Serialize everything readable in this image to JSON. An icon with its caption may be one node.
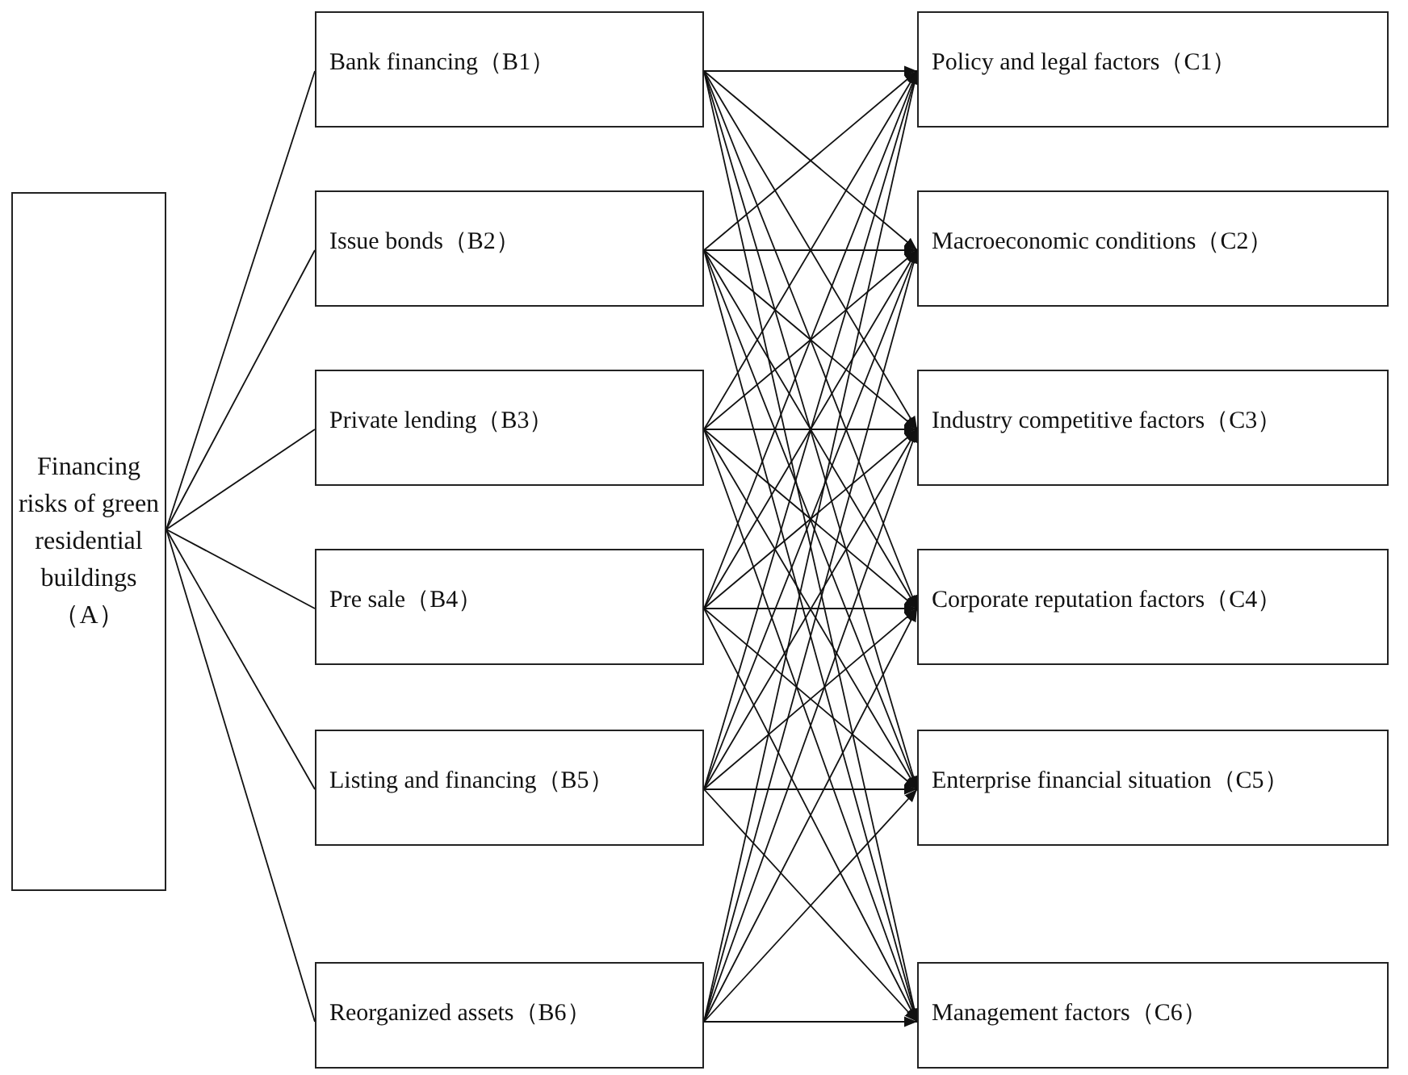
{
  "diagram": {
    "nodes": [
      {
        "text": [
          "Financing risks of green residential buildings（A）"
        ]
      },
      {
        "text": [
          "Bank financing（B1）"
        ]
      },
      {
        "text": [
          "Issue bonds（B2）"
        ]
      },
      {
        "text": [
          "Private lending（B3）"
        ]
      },
      {
        "text": [
          "Pre sale（B4）"
        ]
      },
      {
        "text": [
          "Listing and financing（B5）"
        ]
      },
      {
        "text": [
          "Reorganized assets（B6）"
        ]
      },
      {
        "text": [
          "Policy and legal factors（C1）"
        ]
      },
      {
        "text": [
          "Macroeconomic conditions（C2）"
        ]
      },
      {
        "text": [
          "Industry competitive factors（C3）"
        ]
      },
      {
        "text": [
          "Corporate reputation factors（C4）"
        ]
      },
      {
        "text": [
          "Enterprise financial situation（C5）"
        ]
      },
      {
        "text": [
          "Management factors（C6）"
        ]
      }
    ],
    "edges": [
      {
        "from": 0,
        "to": 1,
        "arrow": "none"
      },
      {
        "from": 0,
        "to": 2,
        "arrow": "none"
      },
      {
        "from": 0,
        "to": 3,
        "arrow": "none"
      },
      {
        "from": 0,
        "to": 4,
        "arrow": "none"
      },
      {
        "from": 0,
        "to": 5,
        "arrow": "none"
      },
      {
        "from": 0,
        "to": 6,
        "arrow": "none"
      },
      {
        "from": 1,
        "to": 7,
        "arrow": "to"
      },
      {
        "from": 1,
        "to": 8,
        "arrow": "to"
      },
      {
        "from": 1,
        "to": 9,
        "arrow": "to"
      },
      {
        "from": 1,
        "to": 10,
        "arrow": "to"
      },
      {
        "from": 1,
        "to": 11,
        "arrow": "to"
      },
      {
        "from": 1,
        "to": 12,
        "arrow": "to"
      },
      {
        "from": 2,
        "to": 7,
        "arrow": "to"
      },
      {
        "from": 2,
        "to": 8,
        "arrow": "to"
      },
      {
        "from": 2,
        "to": 9,
        "arrow": "to"
      },
      {
        "from": 2,
        "to": 10,
        "arrow": "to"
      },
      {
        "from": 2,
        "to": 11,
        "arrow": "to"
      },
      {
        "from": 2,
        "to": 12,
        "arrow": "to"
      },
      {
        "from": 3,
        "to": 7,
        "arrow": "to"
      },
      {
        "from": 3,
        "to": 8,
        "arrow": "to"
      },
      {
        "from": 3,
        "to": 9,
        "arrow": "to"
      },
      {
        "from": 3,
        "to": 10,
        "arrow": "to"
      },
      {
        "from": 3,
        "to": 11,
        "arrow": "to"
      },
      {
        "from": 3,
        "to": 12,
        "arrow": "to"
      },
      {
        "from": 4,
        "to": 7,
        "arrow": "to"
      },
      {
        "from": 4,
        "to": 8,
        "arrow": "to"
      },
      {
        "from": 4,
        "to": 9,
        "arrow": "to"
      },
      {
        "from": 4,
        "to": 10,
        "arrow": "to"
      },
      {
        "from": 4,
        "to": 11,
        "arrow": "to"
      },
      {
        "from": 4,
        "to": 12,
        "arrow": "to"
      },
      {
        "from": 5,
        "to": 7,
        "arrow": "to"
      },
      {
        "from": 5,
        "to": 8,
        "arrow": "to"
      },
      {
        "from": 5,
        "to": 9,
        "arrow": "to"
      },
      {
        "from": 5,
        "to": 10,
        "arrow": "to"
      },
      {
        "from": 5,
        "to": 11,
        "arrow": "to"
      },
      {
        "from": 5,
        "to": 12,
        "arrow": "to"
      },
      {
        "from": 6,
        "to": 7,
        "arrow": "to"
      },
      {
        "from": 6,
        "to": 8,
        "arrow": "to"
      },
      {
        "from": 6,
        "to": 9,
        "arrow": "to"
      },
      {
        "from": 6,
        "to": 10,
        "arrow": "to"
      },
      {
        "from": 6,
        "to": 11,
        "arrow": "to"
      },
      {
        "from": 6,
        "to": 12,
        "arrow": "to"
      }
    ]
  }
}
